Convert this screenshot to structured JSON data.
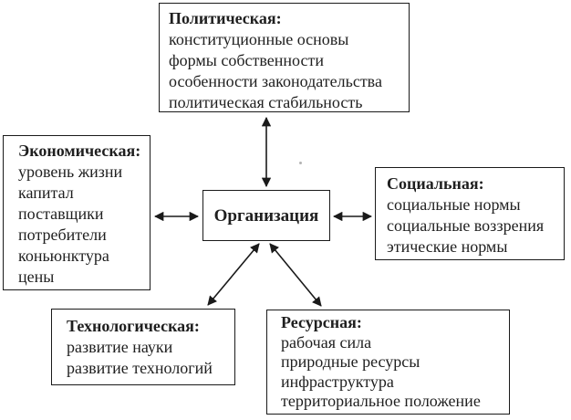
{
  "diagram": {
    "center": {
      "label": "Организация"
    },
    "boxes": {
      "political": {
        "title": "Политическая:",
        "items": [
          "конституционные основы",
          "формы собственности",
          "особенности законодательства",
          "политическая стабильность"
        ]
      },
      "economic": {
        "title": "Экономическая:",
        "items": [
          "уровень жизни",
          "капитал",
          "поставщики",
          "потребители",
          "коньюнктура",
          "цены"
        ]
      },
      "social": {
        "title": "Социальная:",
        "items": [
          "социальные нормы",
          "социальные воззрения",
          "этические нормы"
        ]
      },
      "technological": {
        "title": "Технологическая:",
        "items": [
          "развитие науки",
          "развитие технологий"
        ]
      },
      "resource": {
        "title": "Ресурсная:",
        "items": [
          "рабочая сила",
          "природные ресурсы",
          "инфраструктура",
          "территориальное положение"
        ]
      }
    },
    "connections": [
      {
        "from": "organization",
        "to": "political",
        "type": "double-arrow"
      },
      {
        "from": "organization",
        "to": "economic",
        "type": "double-arrow"
      },
      {
        "from": "organization",
        "to": "social",
        "type": "double-arrow"
      },
      {
        "from": "organization",
        "to": "technological",
        "type": "double-arrow"
      },
      {
        "from": "organization",
        "to": "resource",
        "type": "double-arrow"
      }
    ],
    "colors": {
      "background": "#ffffff",
      "border": "#1a1a1a",
      "text": "#1f1f1f",
      "arrow": "#1a1a1a"
    }
  }
}
